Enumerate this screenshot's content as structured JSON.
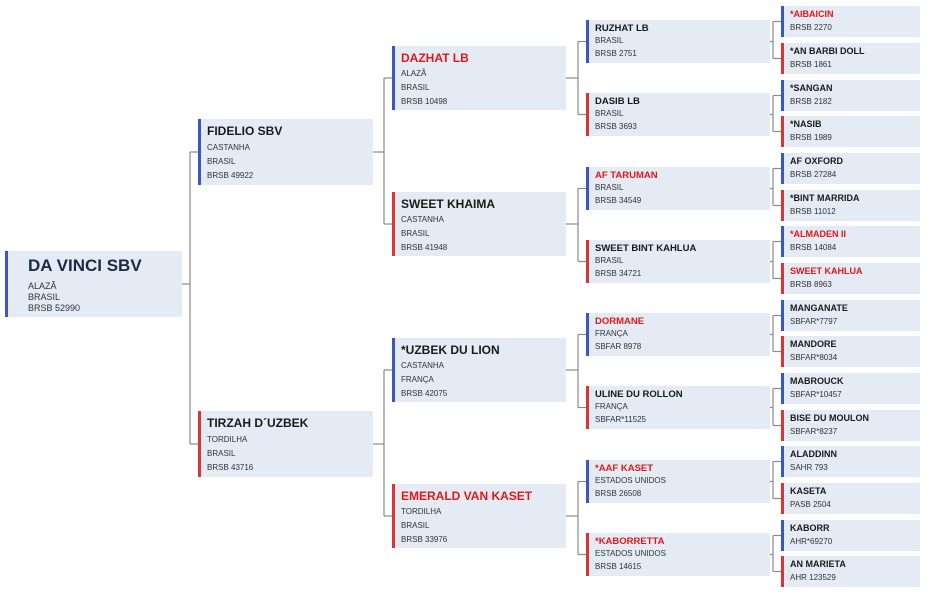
{
  "horses": [
    {
      "name": "DA VINCI SBV",
      "lines": [
        "ALAZÃ",
        "BRASIL",
        "BRSB 52990"
      ],
      "sex": "male"
    },
    {
      "name": "FIDELIO SBV",
      "lines": [
        "CASTANHA",
        "BRASIL",
        "BRSB 49922"
      ],
      "sex": "male"
    },
    {
      "name": "TIRZAH D´UZBEK",
      "lines": [
        "TORDILHA",
        "BRASIL",
        "BRSB 43716"
      ],
      "sex": "female"
    },
    {
      "name": "DAZHAT LB",
      "lines": [
        "ALAZÃ",
        "BRASIL",
        "BRSB 10498"
      ],
      "sex": "male",
      "highlight": true
    },
    {
      "name": "SWEET KHAIMA",
      "lines": [
        "CASTANHA",
        "BRASIL",
        "BRSB 41948"
      ],
      "sex": "female"
    },
    {
      "name": "*UZBEK DU LION",
      "lines": [
        "CASTANHA",
        "FRANÇA",
        "BRSB 42075"
      ],
      "sex": "male"
    },
    {
      "name": "EMERALD VAN KASET",
      "lines": [
        "TORDILHA",
        "BRASIL",
        "BRSB 33976"
      ],
      "sex": "female",
      "highlight": true
    },
    {
      "name": "RUZHAT LB",
      "lines": [
        "BRASIL",
        "BRSB 2751"
      ],
      "sex": "male"
    },
    {
      "name": "DASIB LB",
      "lines": [
        "BRASIL",
        "BRSB 3693"
      ],
      "sex": "female"
    },
    {
      "name": "AF TARUMAN",
      "lines": [
        "BRASIL",
        "BRSB 34549"
      ],
      "sex": "male",
      "highlight": true
    },
    {
      "name": "SWEET BINT KAHLUA",
      "lines": [
        "BRASIL",
        "BRSB 34721"
      ],
      "sex": "female"
    },
    {
      "name": "DORMANE",
      "lines": [
        "FRANÇA",
        "SBFAR 8978"
      ],
      "sex": "male",
      "highlight": true
    },
    {
      "name": "ULINE DU ROLLON",
      "lines": [
        "FRANÇA",
        "SBFAR*11525"
      ],
      "sex": "female"
    },
    {
      "name": "*AAF KASET",
      "lines": [
        "ESTADOS UNIDOS",
        "BRSB 26508"
      ],
      "sex": "male",
      "highlight": true
    },
    {
      "name": "*KABORRETTA",
      "lines": [
        "ESTADOS UNIDOS",
        "BRSB 14615"
      ],
      "sex": "female",
      "highlight": true
    },
    {
      "name": "*AIBAICIN",
      "lines": [
        "BRSB 2270"
      ],
      "sex": "male",
      "highlight": true
    },
    {
      "name": "*AN BARBI DOLL",
      "lines": [
        "BRSB 1861"
      ],
      "sex": "female"
    },
    {
      "name": "*SANGAN",
      "lines": [
        "BRSB 2182"
      ],
      "sex": "male"
    },
    {
      "name": "*NASIB",
      "lines": [
        "BRSB 1989"
      ],
      "sex": "female"
    },
    {
      "name": "AF OXFORD",
      "lines": [
        "BRSB 27284"
      ],
      "sex": "male"
    },
    {
      "name": "*BINT MARRIDA",
      "lines": [
        "BRSB 11012"
      ],
      "sex": "female"
    },
    {
      "name": "*ALMADEN II",
      "lines": [
        "BRSB 14084"
      ],
      "sex": "male",
      "highlight": true
    },
    {
      "name": "SWEET KAHLUA",
      "lines": [
        "BRSB 8963"
      ],
      "sex": "female",
      "highlight": true
    },
    {
      "name": "MANGANATE",
      "lines": [
        "SBFAR*7797"
      ],
      "sex": "male"
    },
    {
      "name": "MANDORE",
      "lines": [
        "SBFAR*8034"
      ],
      "sex": "female"
    },
    {
      "name": "MABROUCK",
      "lines": [
        "SBFAR*10457"
      ],
      "sex": "male"
    },
    {
      "name": "BISE DU MOULON",
      "lines": [
        "SBFAR*8237"
      ],
      "sex": "female"
    },
    {
      "name": "ALADDINN",
      "lines": [
        "SAHR 793"
      ],
      "sex": "male"
    },
    {
      "name": "KASETA",
      "lines": [
        "PASB 2504"
      ],
      "sex": "female"
    },
    {
      "name": "KABORR",
      "lines": [
        "AHR*69270"
      ],
      "sex": "male"
    },
    {
      "name": "AN MARIETA",
      "lines": [
        "AHR 123529"
      ],
      "sex": "female"
    }
  ],
  "colors": {
    "male_bar": "#3a55c4",
    "female_bar": "#d83535",
    "highlight_text": "#e01818",
    "box_bg": "#e4ebf4",
    "connector": "#8a8a8a"
  }
}
